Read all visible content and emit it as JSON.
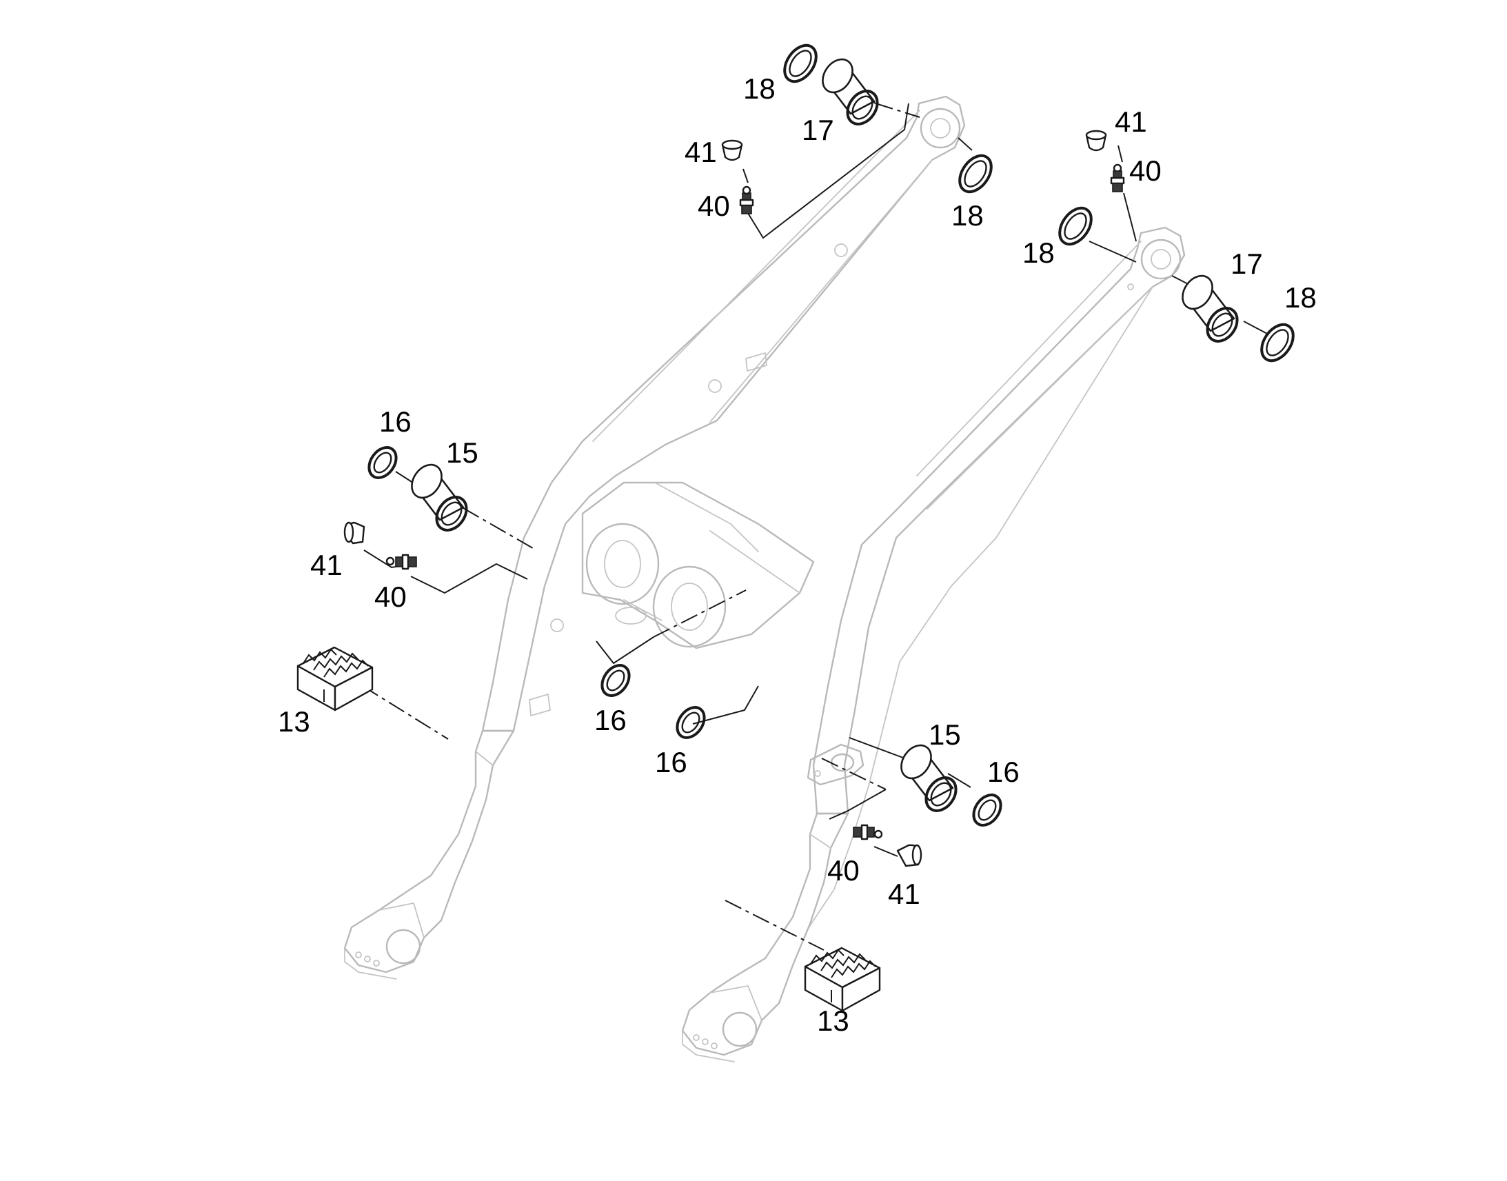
{
  "callouts": {
    "c18_top": "18",
    "c17_top": "17",
    "c41_top": "41",
    "c40_top": "40",
    "c18_mid": "18",
    "c41_right": "41",
    "c40_right": "40",
    "c18_right_a": "18",
    "c17_right": "17",
    "c18_right_b": "18",
    "c16_left": "16",
    "c15_left": "15",
    "c41_left": "41",
    "c40_left": "40",
    "c13_left": "13",
    "c16_center": "16",
    "c16_center2": "16",
    "c15_right": "15",
    "c16_right": "16",
    "c40_bottom": "40",
    "c41_bottom": "41",
    "c13_right": "13"
  },
  "colors": {
    "line": "#1a1a1a",
    "frame": "#b9b9b9",
    "background": "#ffffff"
  }
}
